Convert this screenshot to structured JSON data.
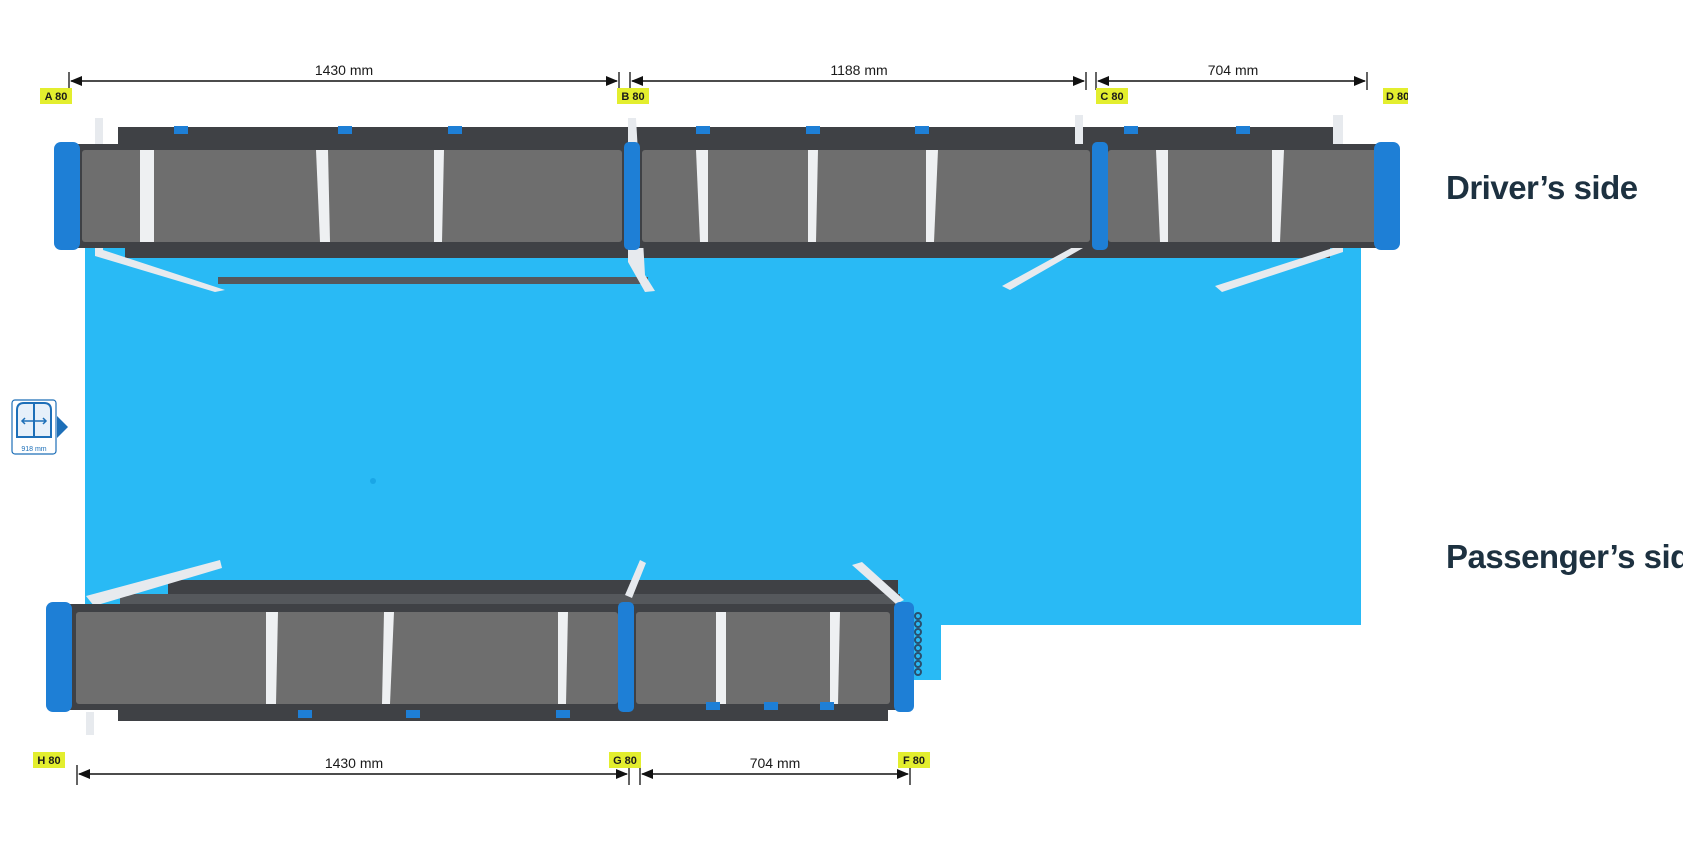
{
  "labels": {
    "drivers_side": "Driver’s side",
    "passengers_side": "Passenger’s side"
  },
  "driver_row": {
    "dimensions": [
      "1430 mm",
      "1188 mm",
      "704 mm"
    ],
    "markers": [
      "A 80",
      "B 80",
      "C 80",
      "D 80"
    ]
  },
  "passenger_row": {
    "dimensions": [
      "1430 mm",
      "704 mm"
    ],
    "markers": [
      "H 80",
      "G 80",
      "F 80"
    ]
  },
  "door_badge": {
    "label": "918 mm",
    "icon": "van-rear-door-icon"
  },
  "colors": {
    "floor": "#29baf5",
    "shelf_panel": "#6e6e6e",
    "shelf_frame": "#3f4145",
    "end_cap": "#1e7fd6",
    "bracket": "#e7eaee",
    "marker_bg": "#e3ee2e",
    "label": "#1d3140",
    "badge": "#1d6fb8"
  }
}
